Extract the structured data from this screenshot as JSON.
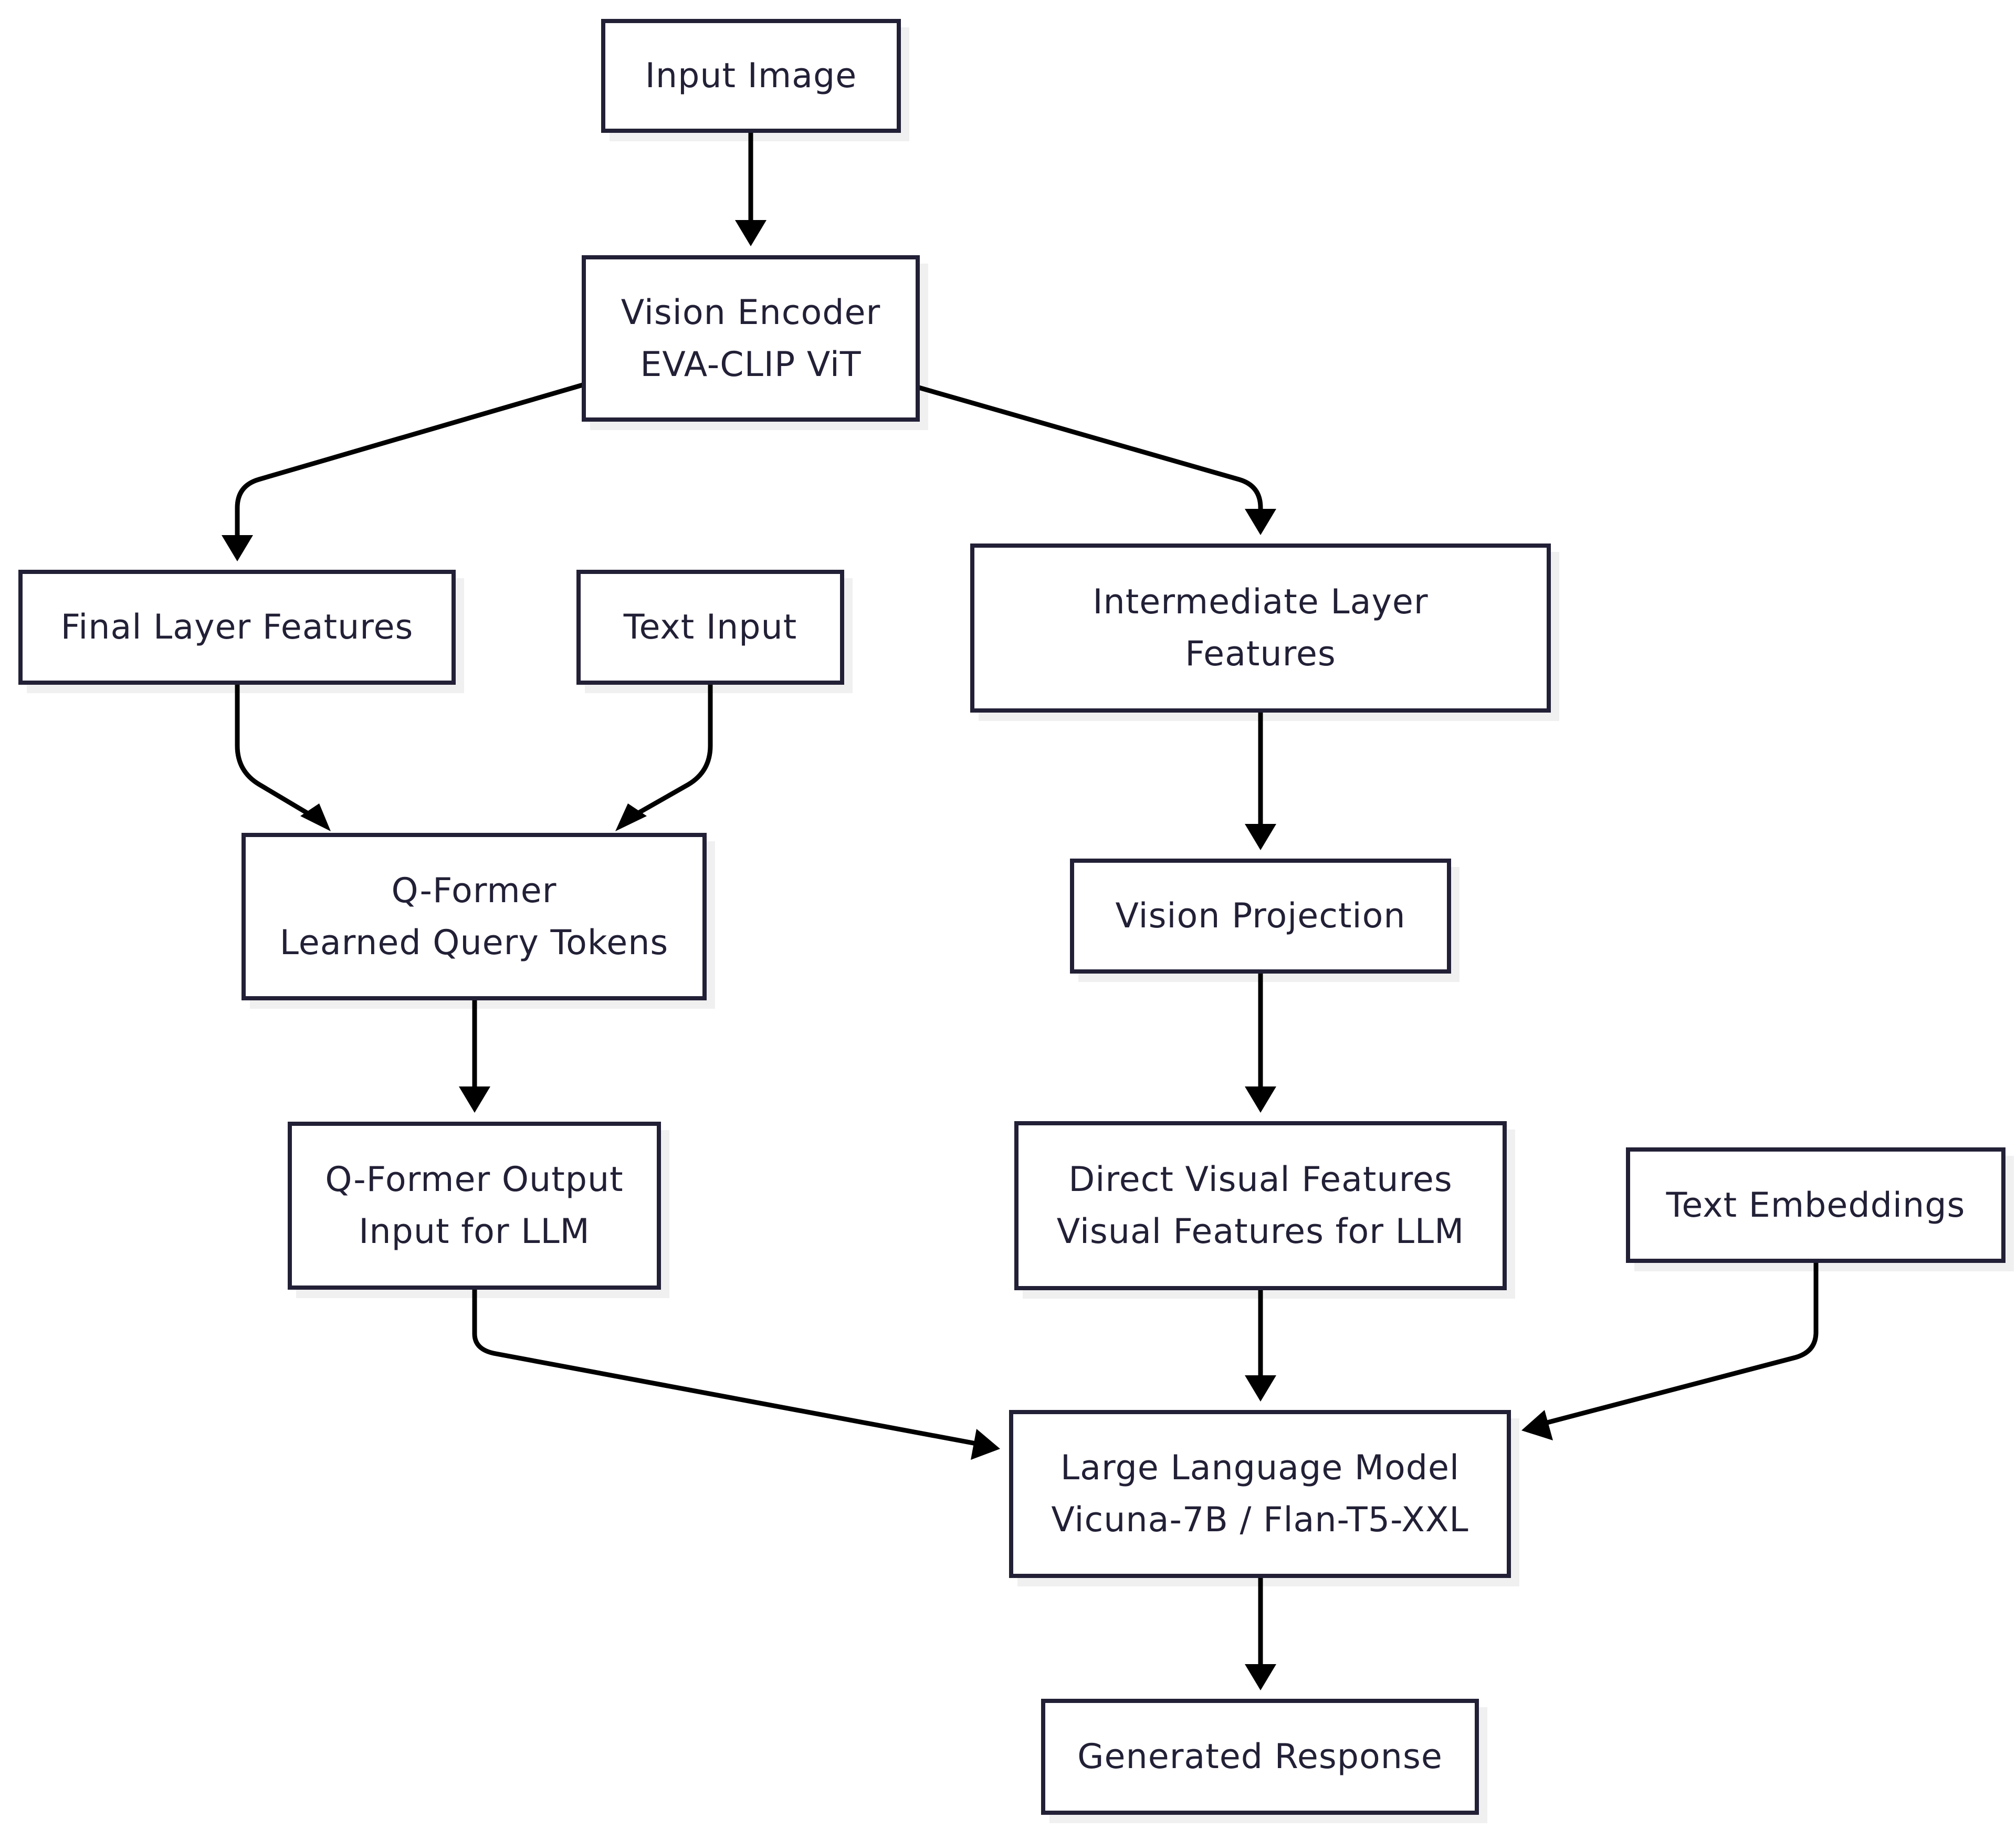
{
  "diagram": {
    "colors": {
      "node_border": "#222036",
      "node_text": "#222036",
      "node_fill": "#ffffff",
      "edge": "#000000",
      "background": "#ffffff"
    },
    "nodes": {
      "input_image": {
        "line1": "Input Image"
      },
      "vision_encoder": {
        "line1": "Vision Encoder",
        "line2": "EVA-CLIP ViT"
      },
      "final_layer_features": {
        "line1": "Final Layer Features"
      },
      "text_input": {
        "line1": "Text Input"
      },
      "intermediate_layer_features": {
        "line1": "Intermediate Layer",
        "line2": "Features"
      },
      "q_former": {
        "line1": "Q-Former",
        "line2": "Learned Query Tokens"
      },
      "vision_projection": {
        "line1": "Vision Projection"
      },
      "q_former_output": {
        "line1": "Q-Former Output",
        "line2": "Input for LLM"
      },
      "direct_visual_features": {
        "line1": "Direct Visual Features",
        "line2": "Visual Features for LLM"
      },
      "text_embeddings": {
        "line1": "Text Embeddings"
      },
      "large_language_model": {
        "line1": "Large Language Model",
        "line2": "Vicuna-7B / Flan-T5-XXL"
      },
      "generated_response": {
        "line1": "Generated Response"
      }
    },
    "edges": [
      {
        "from": "input_image",
        "to": "vision_encoder"
      },
      {
        "from": "vision_encoder",
        "to": "final_layer_features"
      },
      {
        "from": "vision_encoder",
        "to": "intermediate_layer_features"
      },
      {
        "from": "final_layer_features",
        "to": "q_former"
      },
      {
        "from": "text_input",
        "to": "q_former"
      },
      {
        "from": "intermediate_layer_features",
        "to": "vision_projection"
      },
      {
        "from": "q_former",
        "to": "q_former_output"
      },
      {
        "from": "vision_projection",
        "to": "direct_visual_features"
      },
      {
        "from": "q_former_output",
        "to": "large_language_model"
      },
      {
        "from": "direct_visual_features",
        "to": "large_language_model"
      },
      {
        "from": "text_embeddings",
        "to": "large_language_model"
      },
      {
        "from": "large_language_model",
        "to": "generated_response"
      }
    ]
  }
}
